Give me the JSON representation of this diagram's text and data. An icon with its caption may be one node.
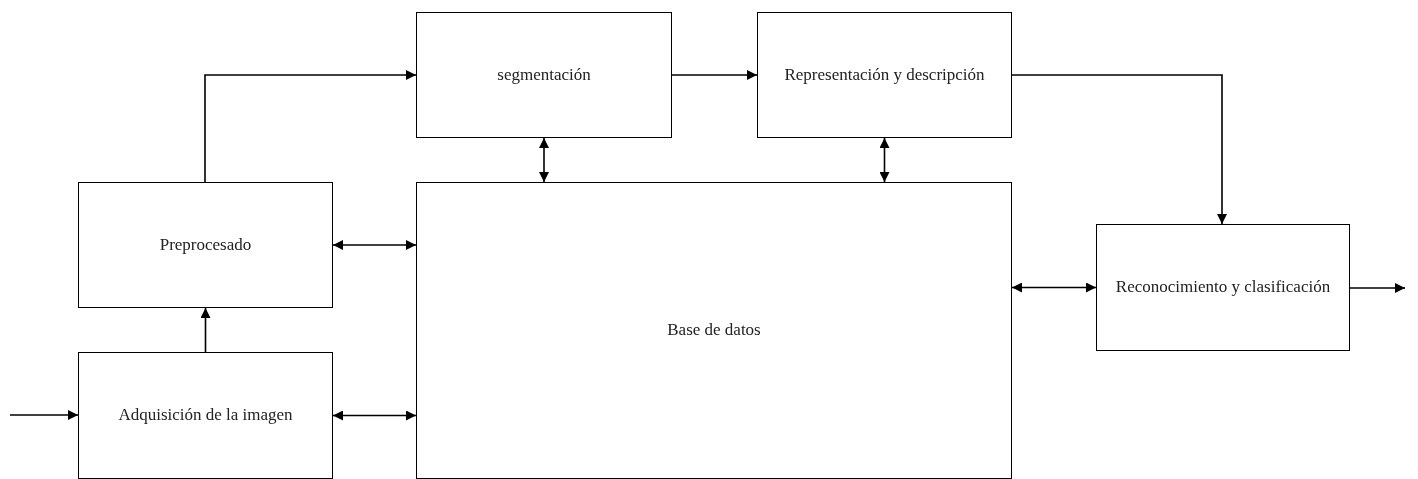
{
  "diagram": {
    "nodes": [
      {
        "text": [
          "segmentación"
        ]
      },
      {
        "text": [
          "Representación y descripción"
        ]
      },
      {
        "text": [
          "Preprocesado"
        ]
      },
      {
        "text": [
          "Base de datos"
        ]
      },
      {
        "text": [
          "Reconocimiento y clasificación"
        ]
      },
      {
        "text": [
          "Adquisición de la imagen"
        ]
      }
    ],
    "edges": [
      {
        "from": null,
        "to": 5,
        "arrow": "to"
      },
      {
        "from": 5,
        "to": 2,
        "arrow": "to"
      },
      {
        "from": 2,
        "to": 0,
        "arrow": "to"
      },
      {
        "from": 0,
        "to": 1,
        "arrow": "to"
      },
      {
        "from": 1,
        "to": 4,
        "arrow": "to"
      },
      {
        "from": 0,
        "to": 3,
        "arrow": "both"
      },
      {
        "from": 1,
        "to": 3,
        "arrow": "both"
      },
      {
        "from": 2,
        "to": 3,
        "arrow": "both"
      },
      {
        "from": 5,
        "to": 3,
        "arrow": "both"
      },
      {
        "from": 3,
        "to": 4,
        "arrow": "both"
      },
      {
        "from": 4,
        "to": null,
        "arrow": "to"
      }
    ]
  }
}
